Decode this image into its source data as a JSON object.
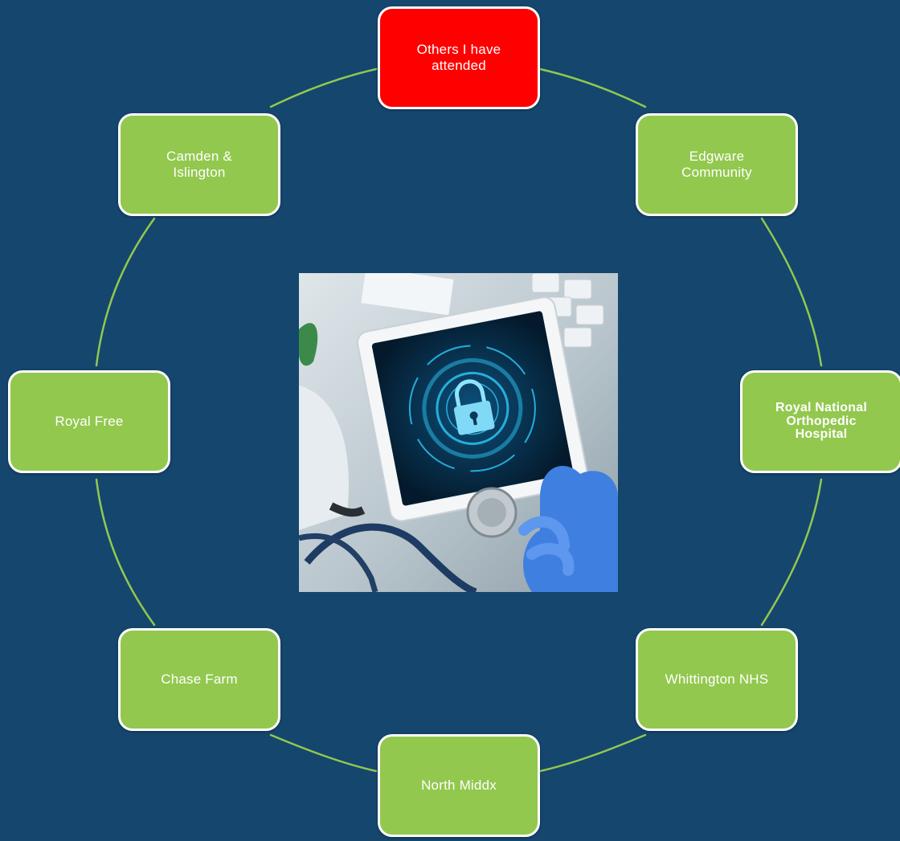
{
  "diagram": {
    "colors": {
      "background": "#15466e",
      "node_fill": "#92c84e",
      "highlight_fill": "#fe0000",
      "node_border": "#ffffff",
      "connector": "#92c84e"
    },
    "center_image": {
      "icon": "tablet-padlock-stethoscope-gloves-photo"
    },
    "nodes": [
      {
        "label": "Others I have\nattended",
        "highlight": true,
        "bold": false
      },
      {
        "label": "Edgware\nCommunity",
        "highlight": false,
        "bold": false
      },
      {
        "label": "Royal National\nOrthopedic\nHospital",
        "highlight": false,
        "bold": true
      },
      {
        "label": "Whittington NHS",
        "highlight": false,
        "bold": false
      },
      {
        "label": "North Middx",
        "highlight": false,
        "bold": false
      },
      {
        "label": "Chase Farm",
        "highlight": false,
        "bold": false
      },
      {
        "label": "Royal Free",
        "highlight": false,
        "bold": false
      },
      {
        "label": "Camden &\nIslington",
        "highlight": false,
        "bold": false
      }
    ]
  }
}
